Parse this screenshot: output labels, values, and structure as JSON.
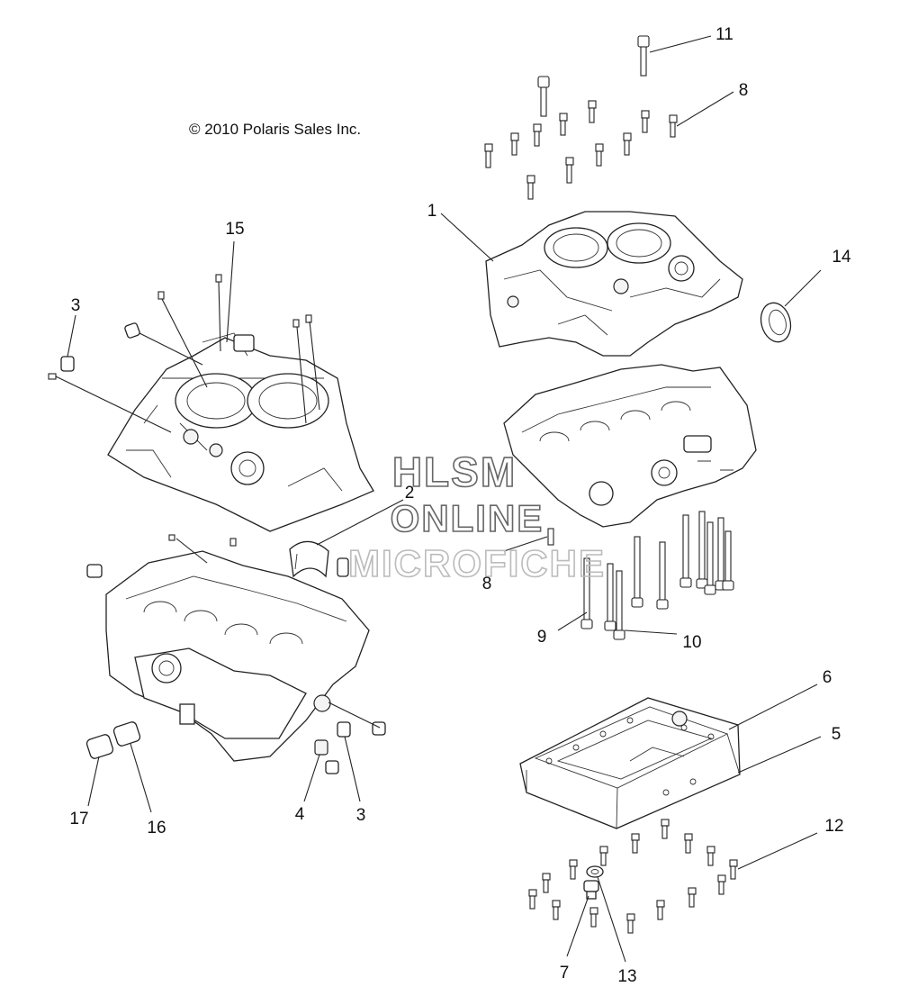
{
  "copyright": "© 2010 Polaris Sales Inc.",
  "watermark": {
    "line1": "HLSM",
    "line2": "ONLINE",
    "line3": "MICROFICHE"
  },
  "callouts": {
    "c1": "1",
    "c2": "2",
    "c3a": "3",
    "c3b": "3",
    "c4": "4",
    "c5": "5",
    "c6": "6",
    "c7": "7",
    "c8a": "8",
    "c8b": "8",
    "c9": "9",
    "c10": "10",
    "c11": "11",
    "c12": "12",
    "c13": "13",
    "c14": "14",
    "c15": "15",
    "c16": "16",
    "c17": "17"
  }
}
